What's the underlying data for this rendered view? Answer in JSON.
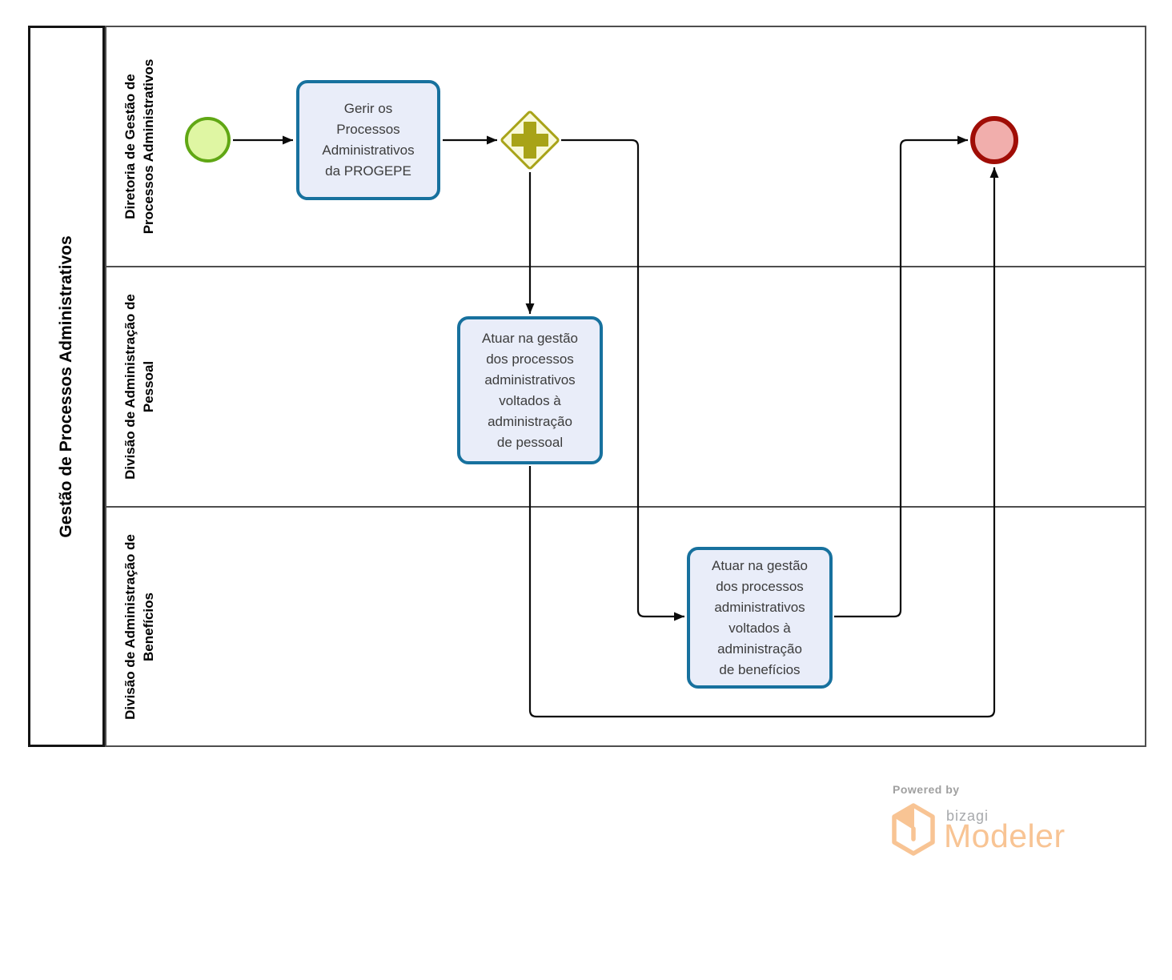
{
  "pool": {
    "title": "Gestão de Processos Administrativos",
    "lanes": [
      {
        "label": "Diretoria de Gestão de\nProcessos Administrativos"
      },
      {
        "label": "Divisão de Administração de\nPessoal"
      },
      {
        "label": "Divisão de Administração de\nBenefícios"
      }
    ]
  },
  "nodes": {
    "start_event": {
      "type": "start-event"
    },
    "task_gerir": {
      "label": "Gerir os\nProcessos\nAdministrativos\nda PROGEPE"
    },
    "parallel_gateway": {
      "type": "parallel-gateway",
      "symbol": "+"
    },
    "task_pessoal": {
      "label": "Atuar na gestão\ndos processos\nadministrativos\nvoltados à\nadministração\nde pessoal"
    },
    "task_beneficios": {
      "label": "Atuar na gestão\ndos processos\nadministrativos\nvoltados à\nadministração\nde benefícios"
    },
    "end_event": {
      "type": "end-event"
    }
  },
  "colors": {
    "task_fill": "#e9edf9",
    "task_border": "#17719e",
    "start_fill": "#dff6a3",
    "start_border": "#60a714",
    "gateway_fill": "#f9f9d9",
    "gateway_border": "#a8a317",
    "end_fill": "#f1aeac",
    "end_border": "#a00d06",
    "connector": "#0b0b0b",
    "lane_border": "#4e4e4e",
    "watermark_accent": "#f8c494",
    "watermark_gray": "#a7a9ac"
  },
  "watermark": {
    "powered_by": "Powered by",
    "brand": "bizagi",
    "product": "Modeler"
  }
}
